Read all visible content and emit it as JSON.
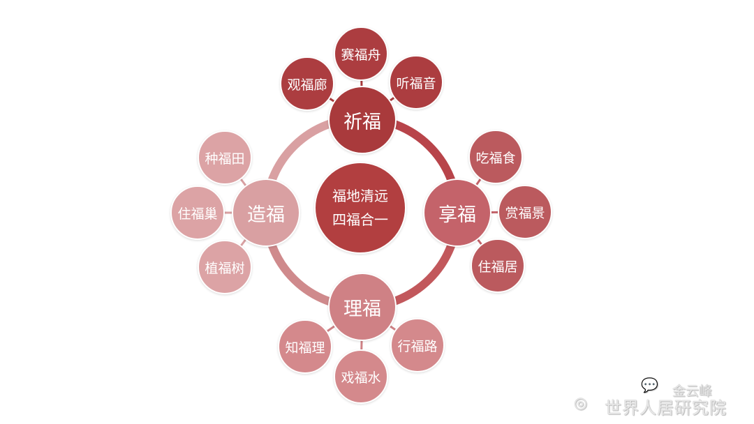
{
  "center": {
    "line1": "福地清远",
    "line2": "四福合一"
  },
  "branches": [
    {
      "label": "祈福",
      "color": "#a93a3c",
      "items": [
        "赛福舟",
        "观福廊",
        "听福音"
      ]
    },
    {
      "label": "享福",
      "color": "#c4636a",
      "items": [
        "吃福食",
        "赏福景",
        "住福居"
      ]
    },
    {
      "label": "造福",
      "color": "#d9a0a2",
      "items": [
        "种福田",
        "住福巢",
        "植福树"
      ]
    },
    {
      "label": "理福",
      "color": "#cf8185",
      "items": [
        "知福理",
        "戏福水",
        "行福路"
      ]
    }
  ],
  "colors": {
    "center": "#b23f40",
    "top_sat": "#ac3d40",
    "right_sat": "#bb5a5e",
    "left_sat": "#dca3a5",
    "bottom_sat": "#d4898c"
  },
  "watermark": {
    "author": "金云峰",
    "org": "世界人居研究院"
  }
}
